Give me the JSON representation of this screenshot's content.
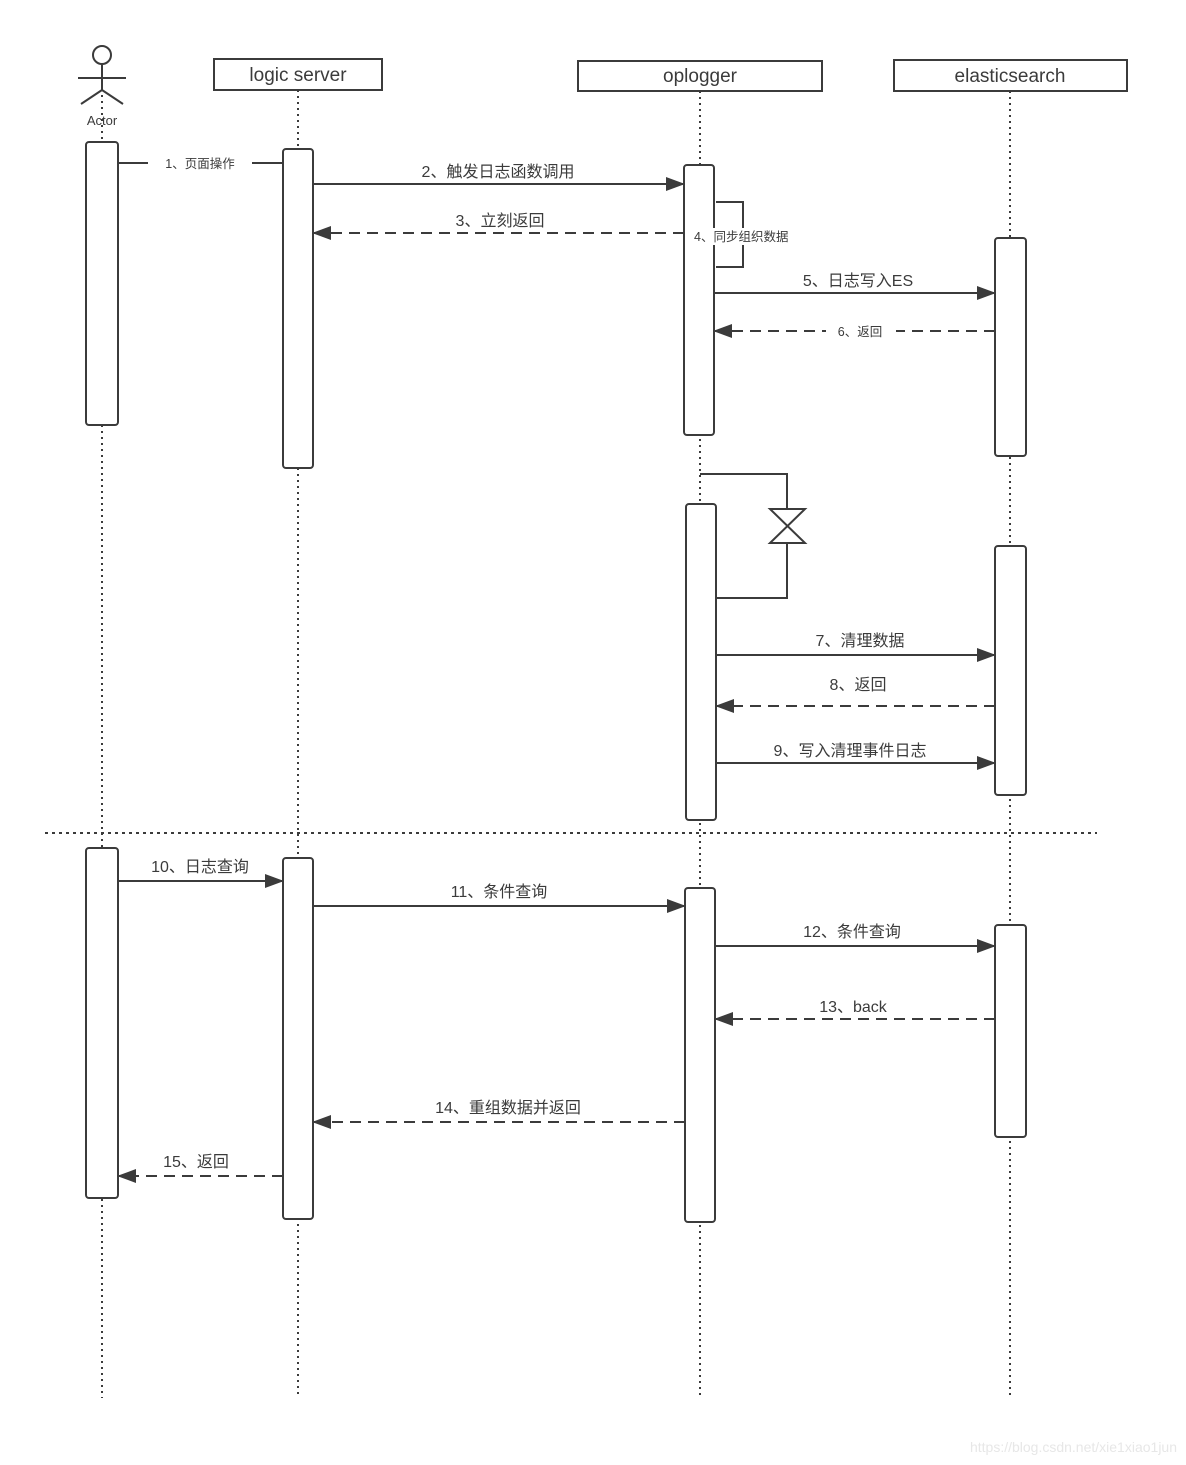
{
  "diagram": {
    "type": "uml-sequence",
    "participants": [
      {
        "name": "Actor",
        "kind": "actor"
      },
      {
        "name": "logic server",
        "kind": "lifeline"
      },
      {
        "name": "oplogger",
        "kind": "lifeline"
      },
      {
        "name": "elasticsearch",
        "kind": "lifeline"
      }
    ],
    "messages": [
      {
        "seq": 1,
        "label": "1、页面操作",
        "from": "Actor",
        "to": "logic server",
        "line": "solid",
        "arrowhead": false,
        "label_position": "inline"
      },
      {
        "seq": 2,
        "label": "2、触发日志函数调用",
        "from": "logic server",
        "to": "oplogger",
        "line": "solid",
        "arrowhead": true,
        "label_position": "above"
      },
      {
        "seq": 3,
        "label": "3、立刻返回",
        "from": "oplogger",
        "to": "logic server",
        "line": "dashed",
        "arrowhead": true,
        "label_position": "above"
      },
      {
        "seq": 4,
        "label": "4、同步组织数据",
        "from": "oplogger",
        "to": "oplogger",
        "line": "self",
        "arrowhead": false,
        "label_position": "inline"
      },
      {
        "seq": 5,
        "label": "5、日志写入ES",
        "from": "oplogger",
        "to": "elasticsearch",
        "line": "solid",
        "arrowhead": true,
        "label_position": "above"
      },
      {
        "seq": 6,
        "label": "6、返回",
        "from": "elasticsearch",
        "to": "oplogger",
        "line": "dashed",
        "arrowhead": true,
        "label_position": "inline"
      },
      {
        "seq": 7,
        "label": "7、清理数据",
        "from": "oplogger",
        "to": "elasticsearch",
        "line": "solid",
        "arrowhead": true,
        "label_position": "above"
      },
      {
        "seq": 8,
        "label": "8、返回",
        "from": "elasticsearch",
        "to": "oplogger",
        "line": "dashed",
        "arrowhead": true,
        "label_position": "above"
      },
      {
        "seq": 9,
        "label": "9、写入清理事件日志",
        "from": "oplogger",
        "to": "elasticsearch",
        "line": "solid",
        "arrowhead": true,
        "label_position": "above"
      },
      {
        "seq": 10,
        "label": "10、日志查询",
        "from": "Actor",
        "to": "logic server",
        "line": "solid",
        "arrowhead": true,
        "label_position": "above"
      },
      {
        "seq": 11,
        "label": "11、条件查询",
        "from": "logic server",
        "to": "oplogger",
        "line": "solid",
        "arrowhead": true,
        "label_position": "above"
      },
      {
        "seq": 12,
        "label": "12、条件查询",
        "from": "oplogger",
        "to": "elasticsearch",
        "line": "solid",
        "arrowhead": true,
        "label_position": "above"
      },
      {
        "seq": 13,
        "label": "13、back",
        "from": "elasticsearch",
        "to": "oplogger",
        "line": "dashed",
        "arrowhead": true,
        "label_position": "above"
      },
      {
        "seq": 14,
        "label": "14、重组数据并返回",
        "from": "oplogger",
        "to": "logic server",
        "line": "dashed",
        "arrowhead": true,
        "label_position": "above"
      },
      {
        "seq": 15,
        "label": "15、返回",
        "from": "logic server",
        "to": "Actor",
        "line": "dashed",
        "arrowhead": true,
        "label_position": "above"
      }
    ],
    "icons": {
      "timer": "hourglass-icon"
    },
    "colors": {
      "stroke": "#3b3b3b",
      "background": "#ffffff",
      "watermark": "#e7e7e7"
    },
    "watermark": "https://blog.csdn.net/xie1xiao1jun"
  }
}
